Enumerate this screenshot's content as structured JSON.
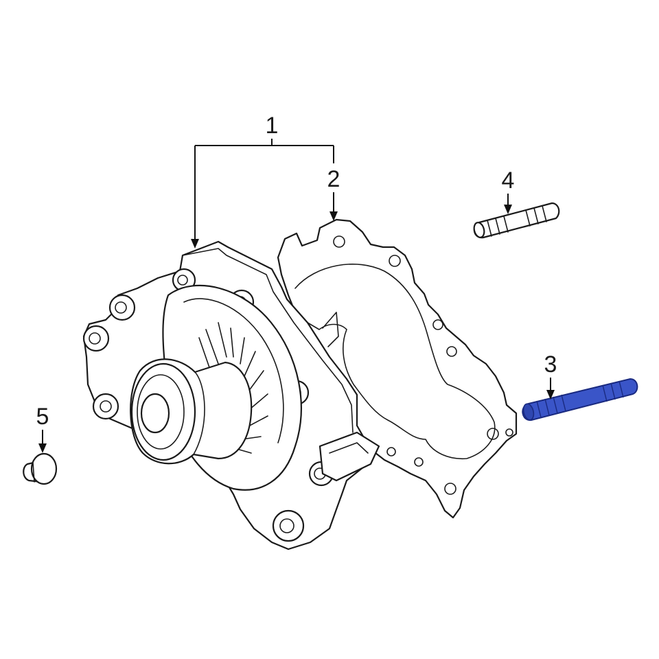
{
  "callouts": {
    "c1": "1",
    "c2": "2",
    "c3": "3",
    "c4": "4",
    "c5": "5"
  },
  "colors": {
    "highlight_fill": "#3a55c8",
    "highlight_stroke": "#1a2a80",
    "line": "#1a1a1a",
    "background": "#ffffff"
  },
  "highlighted_part": "3"
}
